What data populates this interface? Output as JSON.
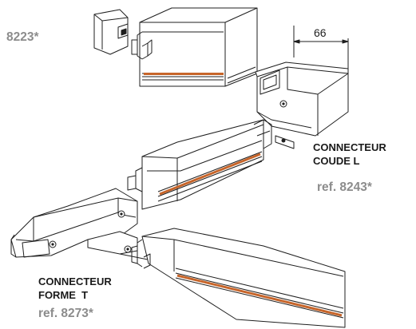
{
  "labels": {
    "end_cap_ref": "8223*",
    "dimension": "66",
    "elbow_line1": "CONNECTEUR",
    "elbow_line2": "COUDE L",
    "elbow_ref": "ref. 8243*",
    "tee_line1": "CONNECTEUR",
    "tee_line2": "FORME  T",
    "tee_ref": "ref. 8273*"
  },
  "colors": {
    "line": "#1f1f1f",
    "copper": "#c7652a",
    "ref_text": "#8c8c8c",
    "background": "#ffffff"
  }
}
